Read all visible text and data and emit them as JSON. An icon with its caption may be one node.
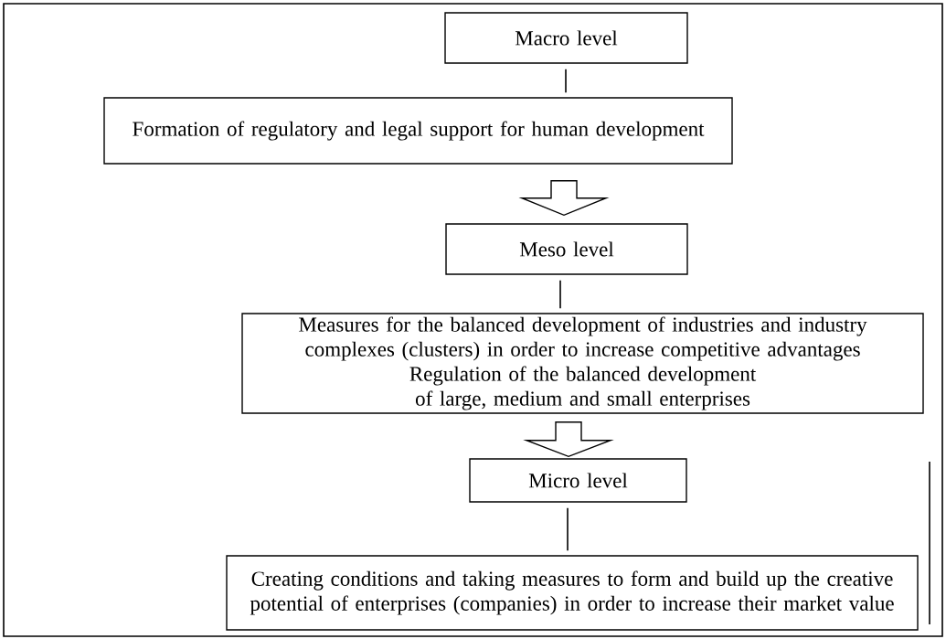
{
  "diagram": {
    "nodes": [
      {
        "text": [
          "Macro level"
        ]
      },
      {
        "text": [
          "Formation of regulatory and legal support for human development"
        ]
      },
      {
        "text": [
          "Meso level"
        ]
      },
      {
        "text": [
          "Measures for the balanced development of industries and industry complexes (clusters) in order to increase competitive advantages",
          "Regulation of the balanced development of large, medium and small enterprises"
        ]
      },
      {
        "text": [
          "Micro level"
        ]
      },
      {
        "text": [
          "Creating conditions and taking measures to form and build up the creative potential of enterprises (companies) in order to increase their market value"
        ]
      }
    ],
    "edges": [
      {
        "from": 0,
        "to": 1,
        "arrow": "none"
      },
      {
        "from": 1,
        "to": 2,
        "arrow": "to"
      },
      {
        "from": 2,
        "to": 3,
        "arrow": "none"
      },
      {
        "from": 3,
        "to": 4,
        "arrow": "to"
      },
      {
        "from": 4,
        "to": 5,
        "arrow": "none"
      }
    ]
  }
}
